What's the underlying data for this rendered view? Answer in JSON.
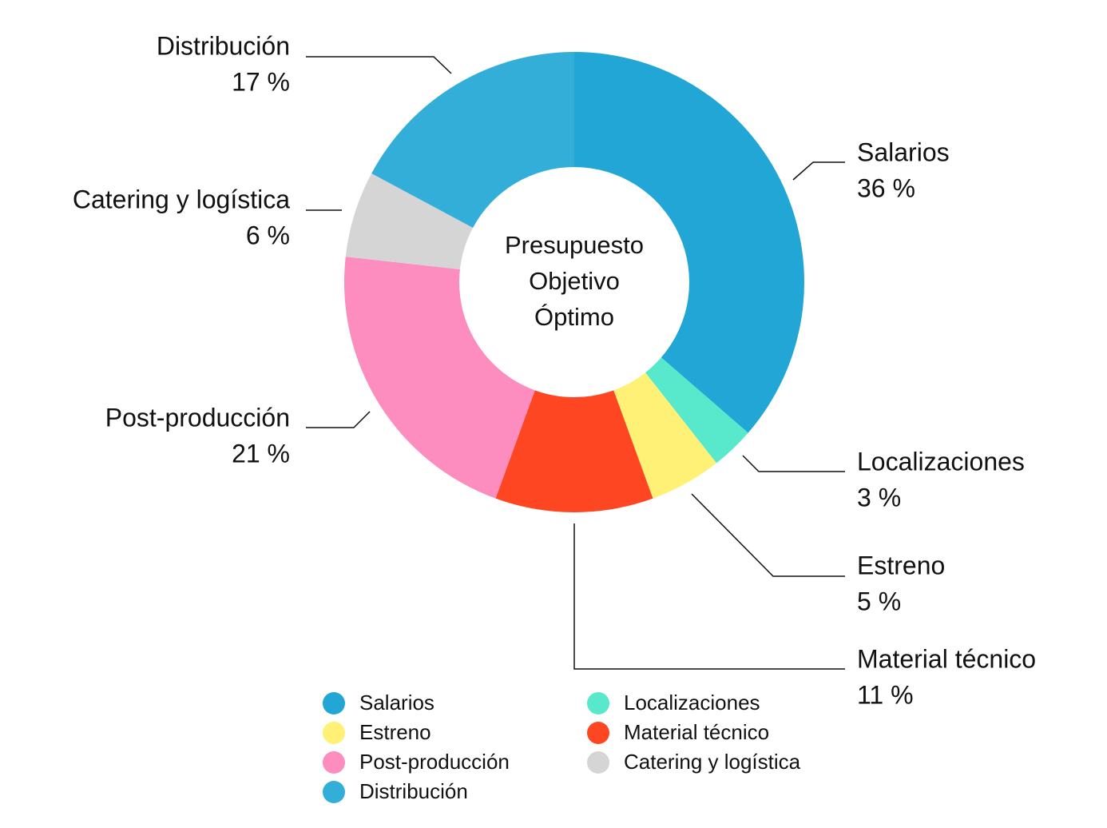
{
  "chart_data": {
    "type": "pie",
    "title": "",
    "center_label": [
      "Presupuesto",
      "Objetivo",
      "Óptimo"
    ],
    "series": [
      {
        "name": "Salarios",
        "value": 36,
        "label": "36 %",
        "color": "#22A6D5"
      },
      {
        "name": "Localizaciones",
        "value": 3,
        "label": "3 %",
        "color": "#58E8CC"
      },
      {
        "name": "Estreno",
        "value": 5,
        "label": "5 %",
        "color": "#FFF176"
      },
      {
        "name": "Material técnico",
        "value": 11,
        "label": "11 %",
        "color": "#FF4622"
      },
      {
        "name": "Post-producción",
        "value": 21,
        "label": "21 %",
        "color": "#FC8DBE"
      },
      {
        "name": "Catering y logística",
        "value": 6,
        "label": "6 %",
        "color": "#D5D5D5"
      },
      {
        "name": "Distribución",
        "value": 17,
        "label": "17 %",
        "color": "#33AED9"
      }
    ],
    "legend": {
      "placement": "bottom",
      "items": [
        "Salarios",
        "Localizaciones",
        "Estreno",
        "Material técnico",
        "Post-producción",
        "Catering y logística",
        "Distribución"
      ]
    }
  }
}
